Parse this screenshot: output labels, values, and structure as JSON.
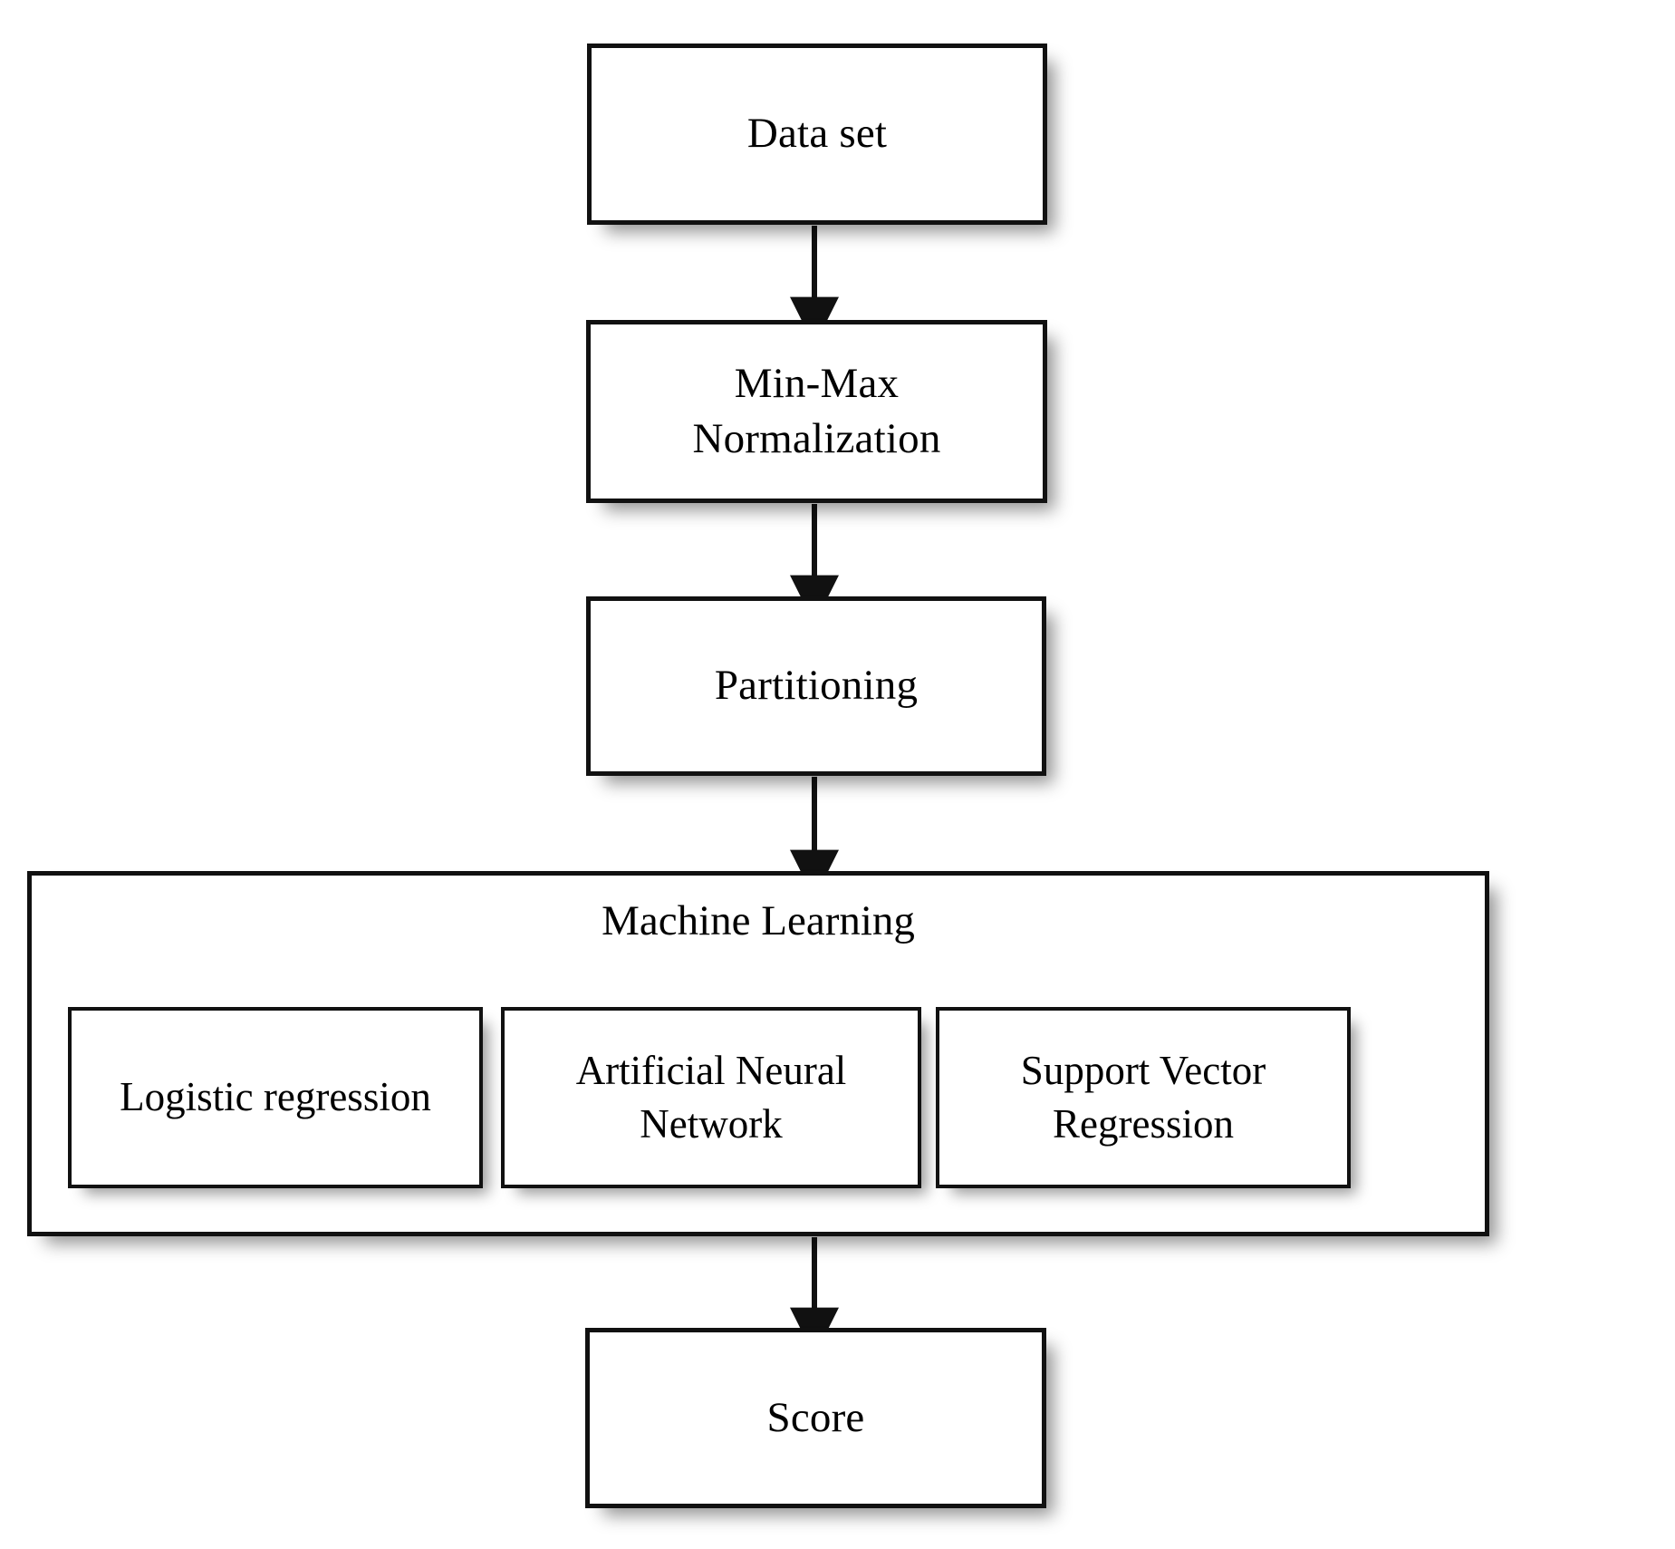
{
  "diagram": {
    "title": "Machine Learning Workflow Flowchart",
    "type": "flowchart",
    "orientation": "top-to-bottom",
    "background_color": "#ffffff",
    "stroke_color": "#111111",
    "text_color": "#000000",
    "nodes": {
      "dataset": {
        "label": "Data set"
      },
      "minmax": {
        "label": "Min-Max\nNormalization"
      },
      "partitioning": {
        "label": "Partitioning"
      },
      "machine_learning": {
        "label": "Machine Learning"
      },
      "logistic_regression": {
        "label": "Logistic regression"
      },
      "artificial_neural_network": {
        "label": "Artificial Neural\nNetwork"
      },
      "support_vector_regression": {
        "label": "Support Vector\nRegression"
      },
      "score": {
        "label": "Score"
      }
    },
    "edges": [
      {
        "from": "dataset",
        "to": "minmax",
        "style": "solid-arrow"
      },
      {
        "from": "minmax",
        "to": "partitioning",
        "style": "solid-arrow"
      },
      {
        "from": "partitioning",
        "to": "machine_learning",
        "style": "solid-arrow"
      },
      {
        "from": "machine_learning",
        "to": "score",
        "style": "solid-arrow"
      }
    ]
  }
}
